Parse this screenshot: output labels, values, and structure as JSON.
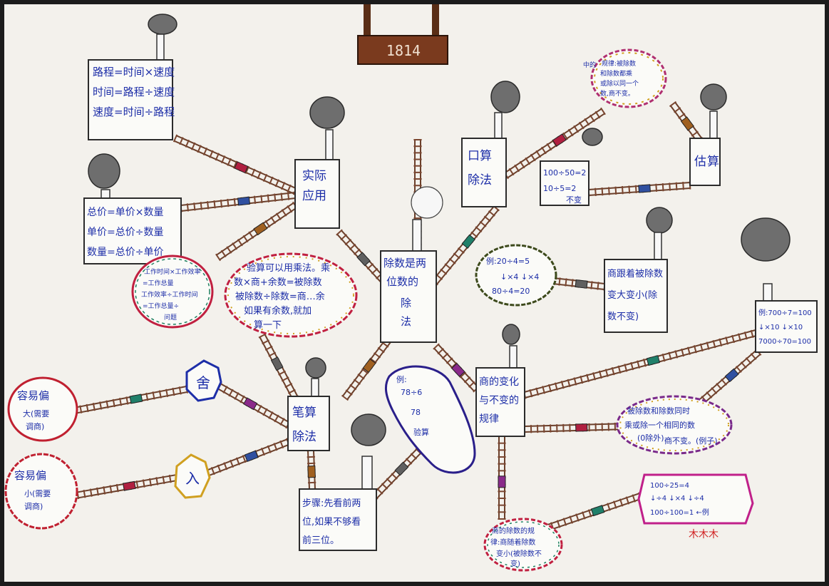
{
  "title_sign": "1814",
  "center": {
    "lines": [
      "除数是两",
      "位数的",
      "除",
      "法"
    ]
  },
  "nodes": {
    "formulas_top": {
      "lines": [
        "路程=时间×速度",
        "时间=路程÷速度",
        "速度=时间÷路程"
      ]
    },
    "formulas_mid": {
      "lines": [
        "总价=单价×数量",
        "单价=总价÷数量",
        "数量=总价÷单价"
      ]
    },
    "shiji": {
      "lines": [
        "实际",
        "应用"
      ]
    },
    "koushuan": {
      "lines": [
        "口算",
        "除法"
      ]
    },
    "guji": {
      "lines": [
        "估",
        "算"
      ]
    },
    "bisuan": {
      "lines": [
        "笔算",
        "除法"
      ]
    },
    "buzhou": {
      "lines": [
        "步骤:先看前两",
        "位,如果不够看",
        "前三位。"
      ]
    },
    "guilv": {
      "lines": [
        "商的变化",
        "与不变的",
        "规律"
      ]
    },
    "shang_bei": {
      "lines": [
        "商跟着被除数",
        "变大变小(除",
        "数不变)"
      ]
    },
    "ex_700": {
      "lines": [
        "例:700÷7=100",
        "↓×10  ↓×10",
        "7000÷70=100"
      ]
    },
    "ex_100": {
      "lines": [
        "100÷25=4",
        "↓÷4 ↓×4 ↓÷4",
        "100÷100=1 ←例"
      ]
    },
    "ex_oral": {
      "lines": [
        "100÷50=2",
        "10÷5=2",
        "不变"
      ]
    }
  },
  "bubbles": {
    "top_right": {
      "lines": [
        "中的",
        "规律:被除数",
        "和除数都乘",
        "或除以同一个",
        "数,商不变。"
      ]
    },
    "work": {
      "lines": [
        "工作时间×工作效率",
        "=工作总量",
        "工作效率÷工作时间",
        "=工作总量÷",
        "问题"
      ]
    },
    "check": {
      "lines": [
        "验算可以用乘法。乘",
        "数×商+余数=被除数",
        "被除数÷除数=商…余",
        "如果有余数,就加",
        "算一下"
      ]
    },
    "ex_ex": {
      "lines": [
        "例:20÷4=5",
        "↓×4  ↓×4",
        "80÷4=20"
      ]
    },
    "ex_div": {
      "lines": [
        "例:",
        "78÷6",
        "78",
        "验算"
      ]
    },
    "same_rule": {
      "lines": [
        "被除数和除数同时",
        "乘或除一个相同的数",
        "(0除外),",
        "商不变。(例子)"
      ]
    },
    "shang_bei_rule": {
      "lines": [
        "商的除数的规",
        "律:商随着除数",
        "变小(被除数不",
        "变)"
      ]
    },
    "easy_big": {
      "lines": [
        "容易偏",
        "大(需要",
        "调商)"
      ]
    },
    "easy_small": {
      "lines": [
        "容易偏",
        "小(需要",
        "调商)"
      ]
    },
    "she": {
      "text": "舍"
    },
    "ru": {
      "text": "入"
    }
  },
  "signature": "木木木",
  "colors": {
    "ink": "#1d2ea8",
    "track": "#6b3f2a",
    "sign": "#7a3a1e",
    "smoke": "#6e6e6e"
  }
}
